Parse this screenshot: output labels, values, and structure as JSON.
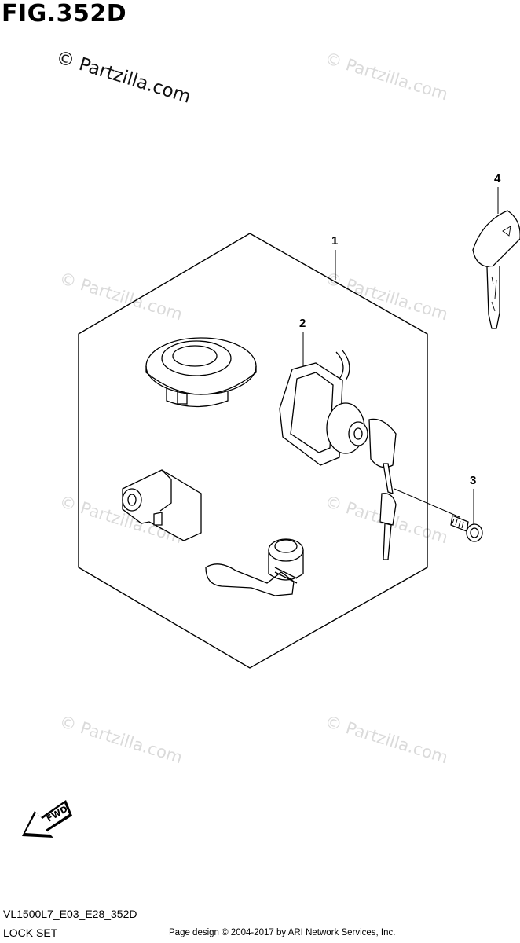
{
  "figure": {
    "title": "FIG.352D",
    "watermark": "© Partzilla.com",
    "callouts": {
      "c1": "1",
      "c2": "2",
      "c3": "3",
      "c4": "4"
    },
    "fwd_label": "FWD",
    "model_code": "VL1500L7_E03_E28_352D",
    "assembly_name": "LOCK SET",
    "credit": "Page design © 2004-2017 by ARI Network Services, Inc."
  },
  "colors": {
    "line": "#000000",
    "watermark_faint": "#dadada",
    "background": "#ffffff"
  },
  "parts_icons": [
    "fuel-cap-lock-icon",
    "seat-lock-icon",
    "helmet-lock-icon",
    "key-icon",
    "screw-icon",
    "fwd-arrow-icon"
  ]
}
